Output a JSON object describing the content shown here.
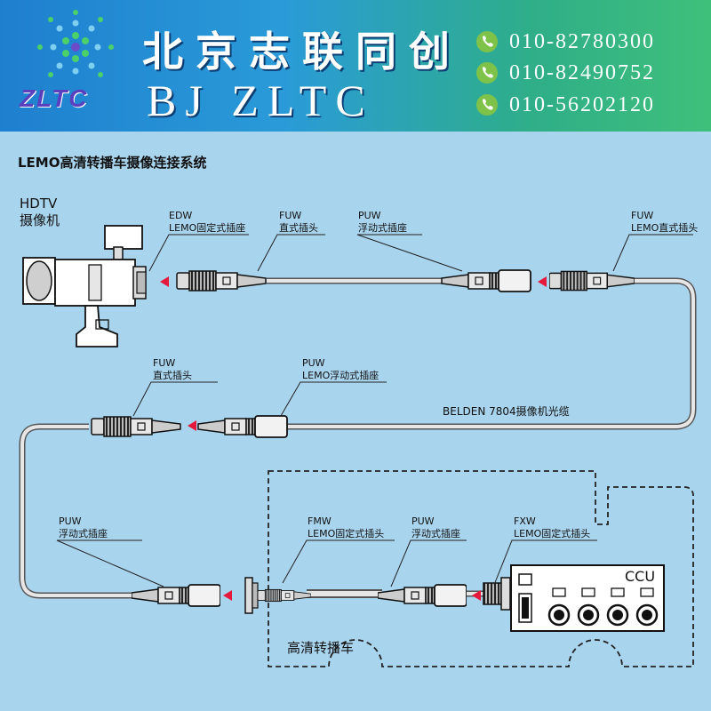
{
  "header": {
    "brand_cn": "北京志联同创",
    "brand_en": "BJ ZLTC",
    "logo_text": "ZLTC",
    "phones": [
      "010-82780300",
      "010-82490752",
      "010-56202120"
    ]
  },
  "title": "LEMO高清转播车摄像连接系统",
  "camera": {
    "line1": "HDTV",
    "line2": "摄像机"
  },
  "labels": {
    "edw": {
      "code": "EDW",
      "desc": "LEMO固定式插座"
    },
    "fuw1": {
      "code": "FUW",
      "desc": "直式插头"
    },
    "puw1": {
      "code": "PUW",
      "desc": "浮动式插座"
    },
    "fuw2": {
      "code": "FUW",
      "desc": "LEMO直式插头"
    },
    "fuw3": {
      "code": "FUW",
      "desc": "直式插头"
    },
    "puw2": {
      "code": "PUW",
      "desc": "LEMO浮动式插座"
    },
    "puw3": {
      "code": "PUW",
      "desc": "浮动式插座"
    },
    "fmw": {
      "code": "FMW",
      "desc": "LEMO固定式插头"
    },
    "puw4": {
      "code": "PUW",
      "desc": "浮动式插座"
    },
    "fxw": {
      "code": "FXW",
      "desc": "LEMO固定式插头"
    }
  },
  "cable_label": "BELDEN 7804摄像机光缆",
  "ccu_label": "CCU",
  "truck_label": "高清转播车"
}
